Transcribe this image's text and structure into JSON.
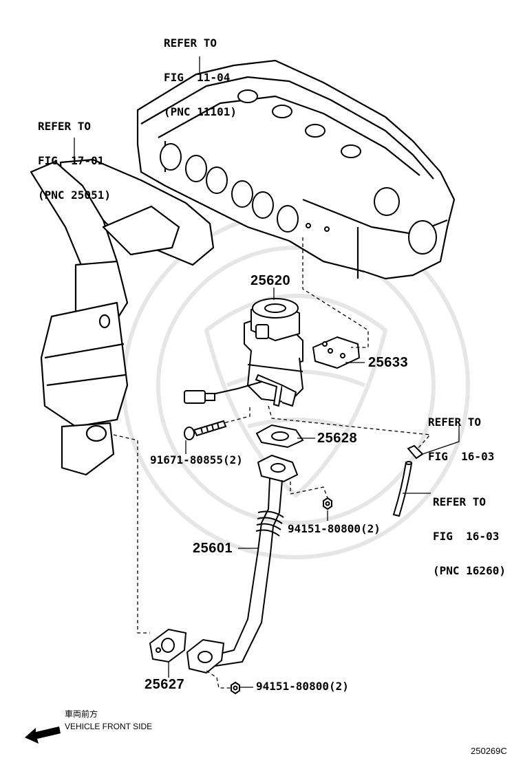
{
  "refs": {
    "engine_head": {
      "l1": "REFER TO",
      "l2": "FIG  11-04",
      "l3": "(PNC 11101)"
    },
    "exhaust_manifold": {
      "l1": "REFER TO",
      "l2": "FIG  17-01",
      "l3": "(PNC 25051)"
    },
    "vacuum_fitting": {
      "l1": "REFER TO",
      "l2": "FIG  16-03"
    },
    "vacuum_hose": {
      "l1": "REFER TO",
      "l2": "FIG  16-03",
      "l3": "(PNC 16260)"
    }
  },
  "parts": {
    "egr_valve": "25620",
    "egr_valve_gasket": "25633",
    "pipe_gasket_upper": "25628",
    "egr_pipe": "25601",
    "pipe_gasket_lower": "25627",
    "bolt": "91671-80855(2)",
    "nut_upper": "94151-80800(2)",
    "nut_lower": "94151-80800(2)"
  },
  "direction": {
    "jp": "車両前方",
    "en": "VEHICLE FRONT SIDE",
    "icon": "arrow-left-icon"
  },
  "diagram_code": "250269C",
  "colors": {
    "line": "#000000",
    "watermark": "#e6e6e6",
    "background": "#ffffff"
  }
}
